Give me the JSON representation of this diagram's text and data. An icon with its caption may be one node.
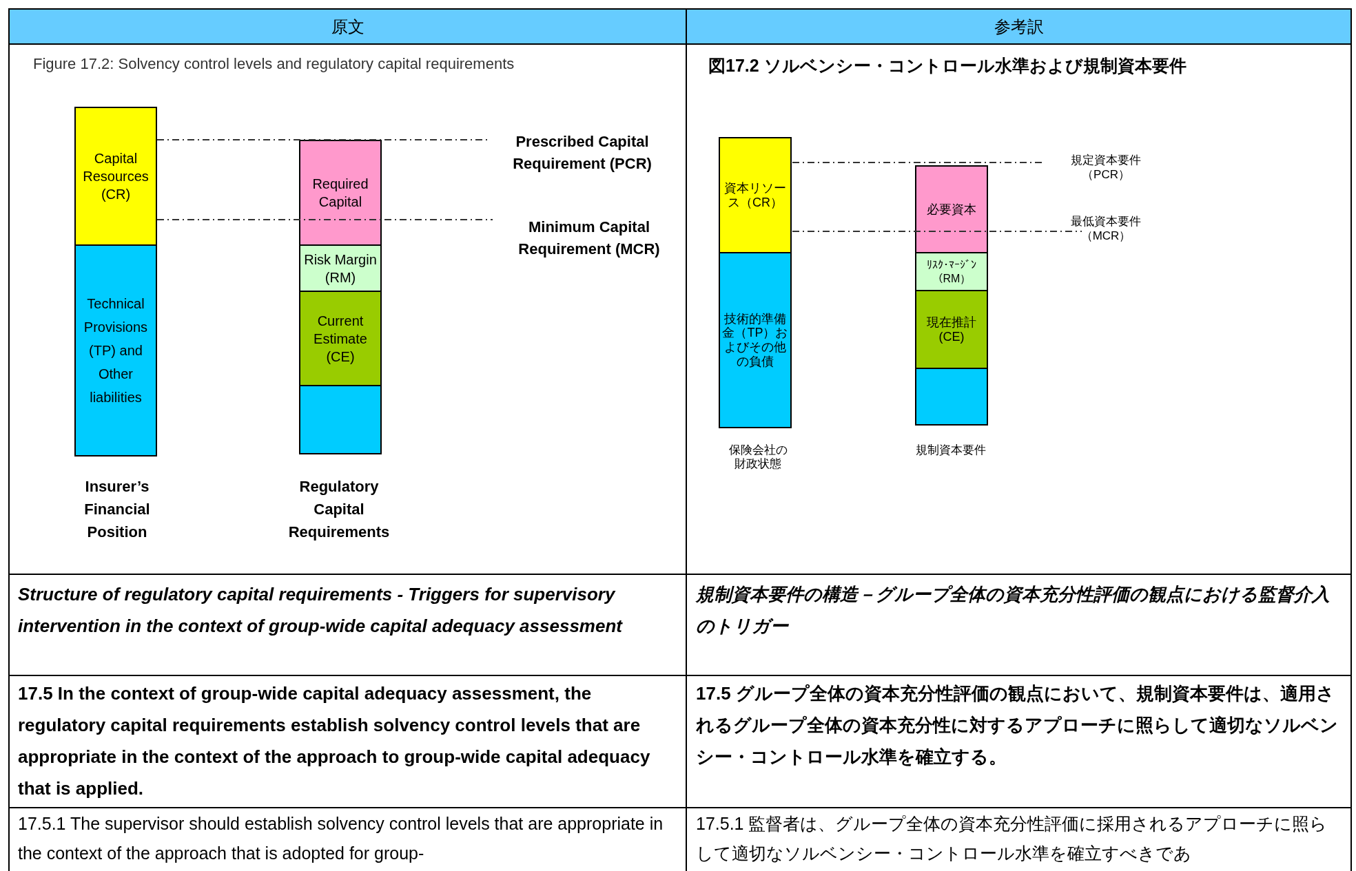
{
  "diagram": {
    "nodes": [
      {
        "text": [
          "Capital Resources (CR)"
        ]
      },
      {
        "text": [
          "Technical Provisions (TP) and Other liabilities"
        ]
      },
      {
        "text": [
          "Required Capital"
        ]
      },
      {
        "text": [
          "Risk Margin (RM)"
        ]
      },
      {
        "text": [
          "Current Estimate (CE)"
        ]
      },
      {
        "text": [],
        "shape": "bar"
      },
      {
        "text": [
          "資本リソース（CR）"
        ]
      },
      {
        "text": [
          "技術的準備金（TP）およびその他の負債"
        ]
      },
      {
        "text": [
          "必要資本"
        ]
      },
      {
        "text": [
          "ﾘｽｸ･ﾏｰｼﾞﾝ（RM）"
        ]
      },
      {
        "text": [
          "現在推計(CE)"
        ]
      },
      {
        "text": [],
        "shape": "bar"
      }
    ],
    "labels": [
      "原文",
      "参考訳",
      "Figure 17.2: Solvency control levels and regulatory capital requirements",
      "Prescribed Capital Requirement (PCR)",
      "Minimum Capital Requirement (MCR)",
      "Insurer’s Financial Position",
      "Regulatory Capital Requirements",
      "図17.2 ソルベンシー・コントロール水準および規制資本要件",
      "規定資本要件（PCR）",
      "最低資本要件（MCR）",
      "保険会社の財政状態",
      "規制資本要件",
      "Structure of regulatory capital requirements - Triggers for supervisory intervention in the context of group-wide capital adequacy assessment",
      "規制資本要件の構造－グループ全体の資本充分性評価の観点における監督介入のトリガー",
      "17.5 In the context of group-wide capital adequacy assessment, the regulatory capital requirements establish solvency control levels that are appropriate in the context of the approach to group-wide capital adequacy that is applied.",
      "17.5 グループ全体の資本充分性評価の観点において、規制資本要件は、適用されるグループ全体の資本充分性に対するアプローチに照らして適切なソルベンシー・コントロール水準を確立する。",
      "17.5.1 The supervisor should establish solvency control levels that are appropriate in the context of the approach that is adopted for group-",
      "17.5.1 監督者は、グループ全体の資本充分性評価に採用されるアプローチに照らして適切なソルベンシー・コントロール水準を確立すべきであ"
    ]
  }
}
